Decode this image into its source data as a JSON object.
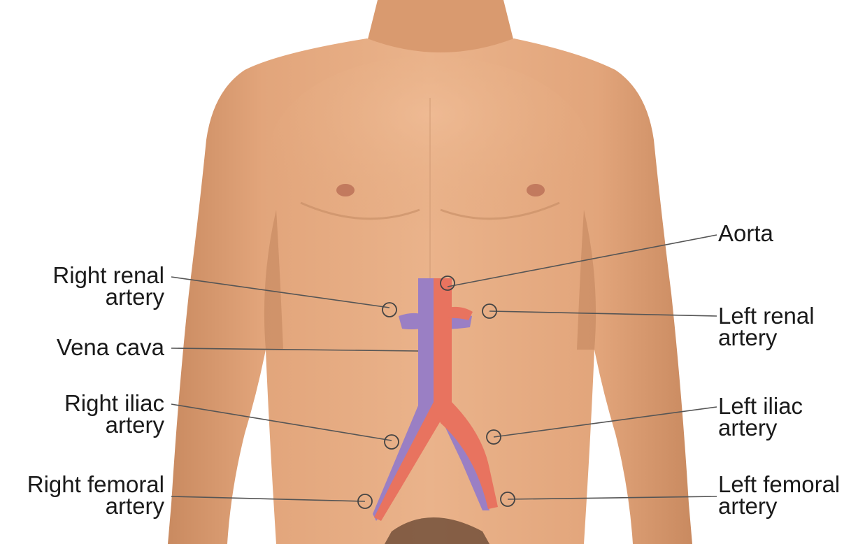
{
  "labels": {
    "aorta": "Aorta",
    "right_renal_line1": "Right renal",
    "right_renal_line2": "artery",
    "left_renal_line1": "Left renal",
    "left_renal_line2": "artery",
    "vena_cava": "Vena cava",
    "right_iliac_line1": "Right iliac",
    "right_iliac_line2": "artery",
    "left_iliac_line1": "Left iliac",
    "left_iliac_line2": "artery",
    "right_femoral_line1": "Right femoral",
    "right_femoral_line2": "artery",
    "left_femoral_line1": "Left femoral",
    "left_femoral_line2": "artery"
  },
  "colors": {
    "skin": "#e3a87c",
    "skin_shadow": "#c98c63",
    "artery": "#e8735f",
    "vein": "#9a7fc4",
    "leader_line": "#555555",
    "marker_circle": "#444444"
  }
}
